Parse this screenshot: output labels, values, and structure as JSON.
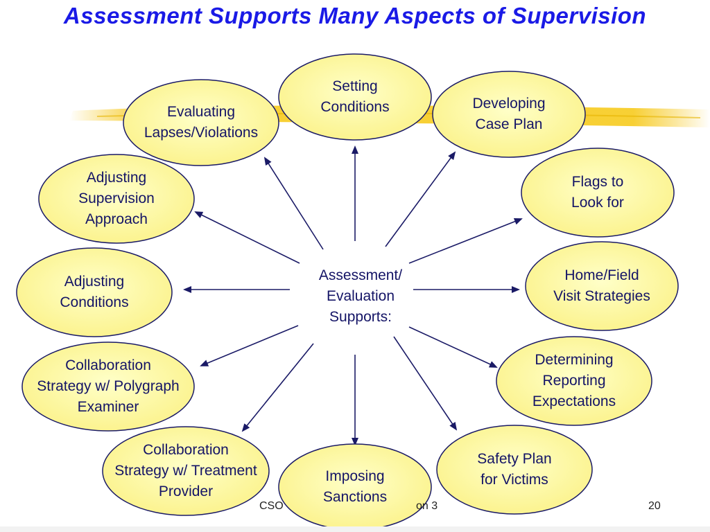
{
  "title": "Assessment Supports Many Aspects of Supervision",
  "center": "Assessment/\nEvaluation\nSupports:",
  "nodes": [
    {
      "label": "Setting\nConditions"
    },
    {
      "label": "Developing\nCase Plan"
    },
    {
      "label": "Flags to\nLook for"
    },
    {
      "label": "Home/Field\nVisit Strategies"
    },
    {
      "label": "Determining\nReporting\nExpectations"
    },
    {
      "label": "Safety Plan\nfor Victims"
    },
    {
      "label": "Imposing\nSanctions"
    },
    {
      "label": "Collaboration\nStrategy w/ Treatment\nProvider"
    },
    {
      "label": "Collaboration\nStrategy w/ Polygraph\nExaminer"
    },
    {
      "label": "Adjusting\nConditions"
    },
    {
      "label": "Adjusting\nSupervision\nApproach"
    },
    {
      "label": "Evaluating\nLapses/Violations"
    }
  ],
  "footer": {
    "left": "CSO",
    "middle": "on 3",
    "page": "20"
  },
  "colors": {
    "title": "#1a1ae6",
    "ellipse_fill": "#ffff99",
    "ellipse_stroke": "#1a1a66",
    "arrow": "#1a1a66",
    "highlight": "#f5c518"
  }
}
